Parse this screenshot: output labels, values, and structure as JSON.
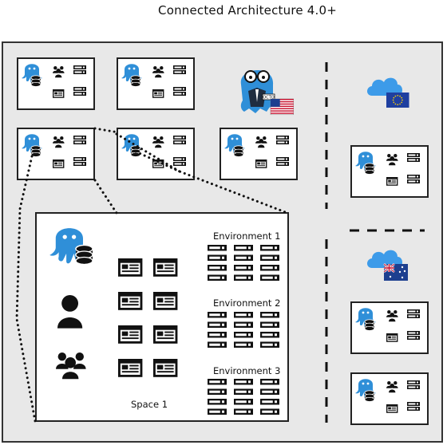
{
  "title": "Connected Architecture 4.0+",
  "space": {
    "label": "Space 1",
    "environments": [
      "Environment 1",
      "Environment 2",
      "Environment 3"
    ]
  },
  "badge_text": "OCTO",
  "colors": {
    "octopus_blue": "#2f8fd8",
    "cloud_blue": "#3d9be9",
    "canvas_gray": "#e8e8e8",
    "eu_blue": "#1f3fa0",
    "eu_star": "#ffd000",
    "us_red": "#c8102e",
    "us_blue": "#1d3f8f"
  },
  "icons": [
    "octopus-icon",
    "database-icon",
    "users-icon",
    "user-icon",
    "server-icon",
    "browser-window-icon",
    "cloud-icon",
    "eu-flag-icon",
    "us-flag-icon",
    "au-flag-icon",
    "octopus-mascot-icon"
  ]
}
